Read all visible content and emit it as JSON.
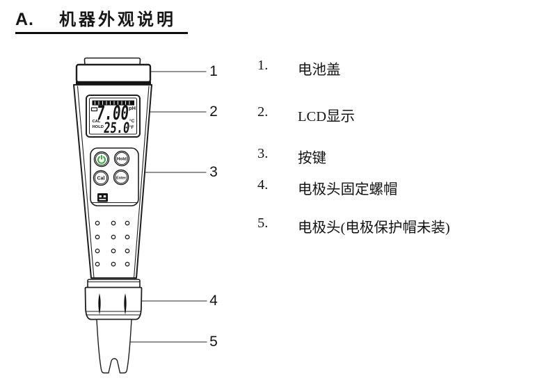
{
  "title": {
    "letter": "A.",
    "text": "机器外观说明"
  },
  "device": {
    "lcd": {
      "main_value": "7.00",
      "main_unit": "pH",
      "annunciator_cal": "CAL",
      "annunciator_hold": "HOLD",
      "temp_value": "25.0",
      "temp_unit_c": "°C",
      "temp_unit_f": "°F"
    },
    "buttons": {
      "hold": "Hold",
      "cal": "Cal",
      "enter": "Enter"
    }
  },
  "callouts": [
    {
      "num": "1"
    },
    {
      "num": "2"
    },
    {
      "num": "3"
    },
    {
      "num": "4"
    },
    {
      "num": "5"
    }
  ],
  "parts_list": [
    {
      "num": "1.",
      "label": "电池盖"
    },
    {
      "num": "2.",
      "label": "LCD显示"
    },
    {
      "num": "3.",
      "label": "按键"
    },
    {
      "num": "4.",
      "label": "电极头固定螺帽"
    },
    {
      "num": "5.",
      "label": "电极头(电极保护帽未装)"
    }
  ],
  "colors": {
    "power_green": "#2fae39",
    "callout_line": "#6e6e6e",
    "ink": "#1d1d1d"
  }
}
